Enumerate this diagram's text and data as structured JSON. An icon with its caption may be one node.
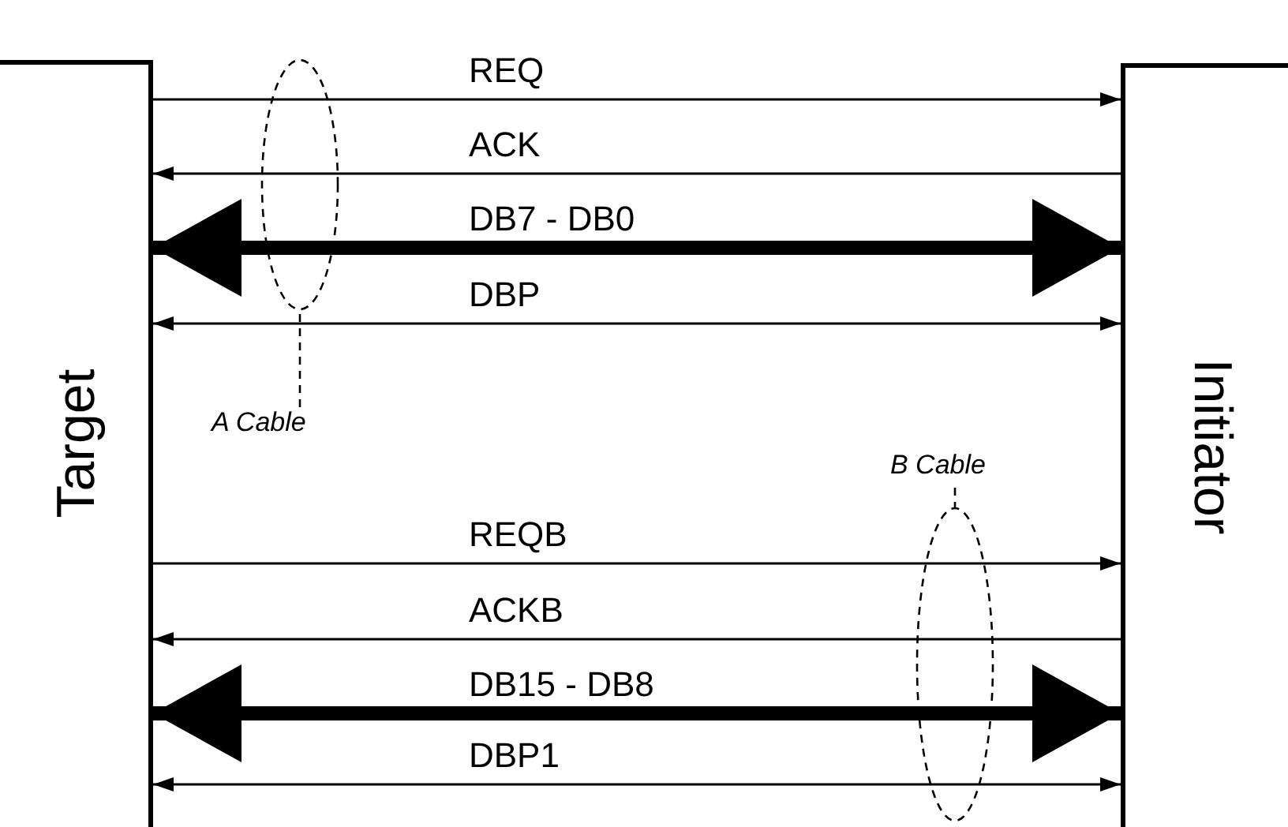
{
  "diagram": {
    "nodes": [
      {
        "text": [
          "Target"
        ]
      },
      {
        "text": [
          "Initiator"
        ]
      },
      {
        "text": [
          "A Cable"
        ]
      },
      {
        "text": [
          "B Cable"
        ]
      }
    ],
    "edges": [
      {
        "from": 0,
        "to": 1,
        "arrow": "to",
        "label": "REQ"
      },
      {
        "from": 1,
        "to": 0,
        "arrow": "to",
        "label": "ACK"
      },
      {
        "from": 0,
        "to": 1,
        "arrow": "both",
        "label": "DB7 - DB0",
        "style": "thick"
      },
      {
        "from": 0,
        "to": 1,
        "arrow": "both",
        "label": "DBP"
      },
      {
        "from": 0,
        "to": 1,
        "arrow": "to",
        "label": "REQB"
      },
      {
        "from": 1,
        "to": 0,
        "arrow": "to",
        "label": "ACKB"
      },
      {
        "from": 0,
        "to": 1,
        "arrow": "both",
        "label": "DB15 - DB8",
        "style": "thick"
      },
      {
        "from": 0,
        "to": 1,
        "arrow": "both",
        "label": "DBP1"
      },
      {
        "from": 2,
        "to": null,
        "arrow": "none",
        "style": "dashed"
      },
      {
        "from": 3,
        "to": null,
        "arrow": "none",
        "style": "dashed"
      }
    ]
  }
}
